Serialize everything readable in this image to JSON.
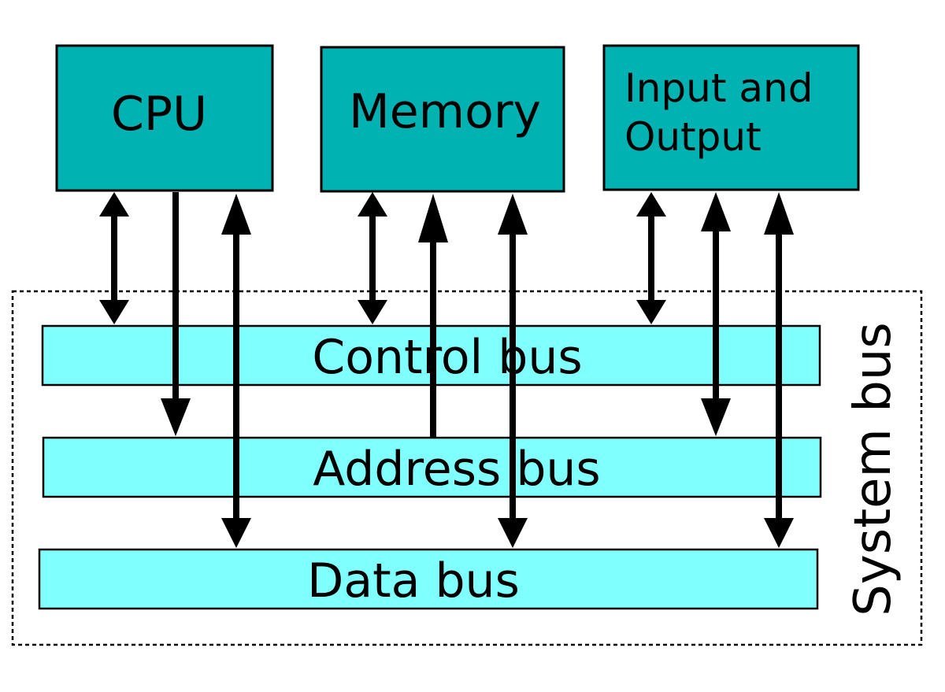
{
  "components": {
    "cpu": {
      "label": "CPU"
    },
    "memory": {
      "label": "Memory"
    },
    "io": {
      "label_line1": "Input and",
      "label_line2": "Output"
    }
  },
  "buses": {
    "control": {
      "label": "Control bus"
    },
    "address": {
      "label": "Address bus"
    },
    "data": {
      "label": "Data bus"
    }
  },
  "system_bus": {
    "label": "System bus"
  },
  "colors": {
    "component_fill": "#00b2b2",
    "bus_fill": "#80ffff",
    "stroke": "#000000",
    "background": "#ffffff"
  },
  "connections": [
    {
      "from": "CPU",
      "to": "Control bus",
      "direction": "bidirectional"
    },
    {
      "from": "CPU",
      "to": "Address bus",
      "direction": "to-bus"
    },
    {
      "from": "CPU",
      "to": "Data bus",
      "direction": "bidirectional"
    },
    {
      "from": "Memory",
      "to": "Control bus",
      "direction": "bidirectional"
    },
    {
      "from": "Address bus",
      "to": "Memory",
      "direction": "to-component"
    },
    {
      "from": "Memory",
      "to": "Data bus",
      "direction": "bidirectional"
    },
    {
      "from": "Input and Output",
      "to": "Control bus",
      "direction": "bidirectional"
    },
    {
      "from": "Input and Output",
      "to": "Address bus",
      "direction": "bidirectional"
    },
    {
      "from": "Input and Output",
      "to": "Data bus",
      "direction": "bidirectional"
    }
  ]
}
